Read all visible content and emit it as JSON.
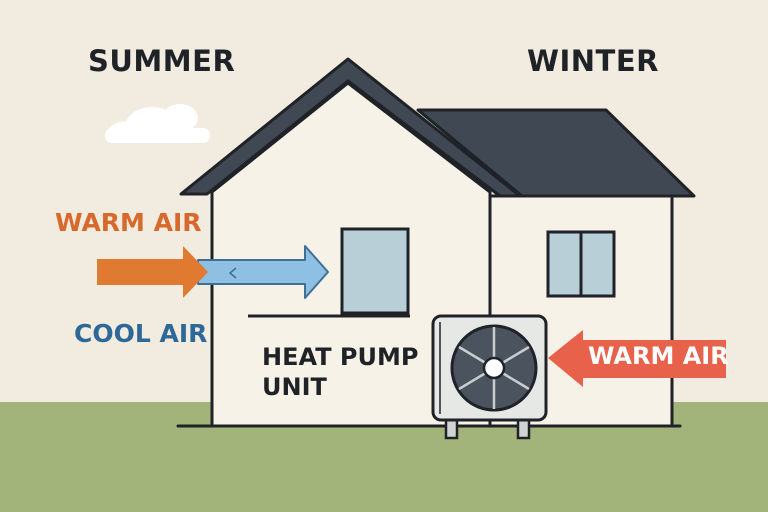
{
  "labels": {
    "summer": "SUMMER",
    "winter": "WINTER",
    "warm_air_left": "WARM AIR",
    "cool_air": "COOL AIR",
    "heat_pump_line1": "HEAT PUMP",
    "heat_pump_line2": "UNIT",
    "warm_air_right": "WARM AIR"
  },
  "colors": {
    "sky": "#f1ebe0",
    "ground": "#a3b47a",
    "wall": "#f7f2e8",
    "roof": "#3f4853",
    "outline": "#1f2328",
    "warm_arrow": "#e07a31",
    "cool_arrow": "#8ec0e3",
    "winter_arrow": "#e8614a",
    "window_glass": "#b9cfd8",
    "unit_body": "#e6e8e6",
    "fan": "#4a535e"
  },
  "icons": [
    "cloud-icon",
    "fan-icon",
    "warm-air-arrow-icon",
    "cool-air-arrow-icon"
  ]
}
